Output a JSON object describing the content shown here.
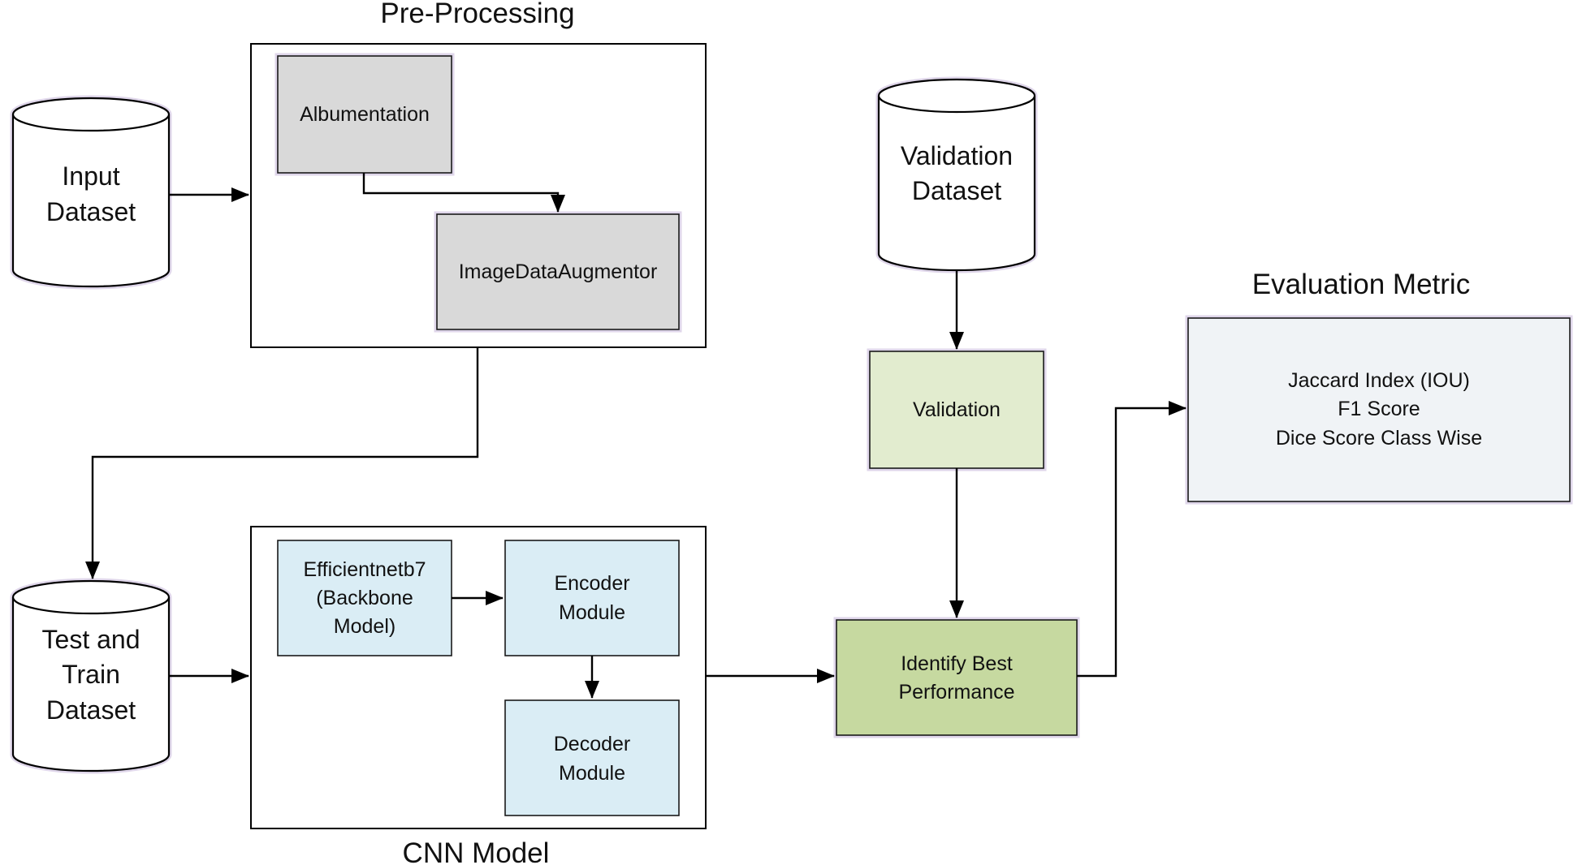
{
  "labels": {
    "pre_processing": "Pre-Processing",
    "cnn_model": "CNN Model",
    "evaluation_metric": "Evaluation Metric"
  },
  "nodes": {
    "input_dataset": [
      "Input",
      "Dataset"
    ],
    "test_train_dataset": [
      "Test and",
      "Train",
      "Dataset"
    ],
    "validation_dataset": [
      "Validation",
      "Dataset"
    ],
    "albumentation": "Albumentation",
    "image_data_augmentor": "ImageDataAugmentor",
    "backbone": [
      "Efficientnetb7",
      "(Backbone",
      "Model)"
    ],
    "encoder": [
      "Encoder",
      "Module"
    ],
    "decoder": [
      "Decoder",
      "Module"
    ],
    "validation": "Validation",
    "identify_best": [
      "Identify Best",
      "Performance"
    ],
    "metrics": [
      "Jaccard Index (IOU)",
      "F1 Score",
      "Dice Score Class Wise"
    ]
  },
  "colors": {
    "preprocessing_box": "#d9d9d9",
    "cnn_box": "#daedf5",
    "validation_box": "#e2eccf",
    "best_box": "#c6d9a0",
    "metric_box": "#f0f3f6"
  }
}
